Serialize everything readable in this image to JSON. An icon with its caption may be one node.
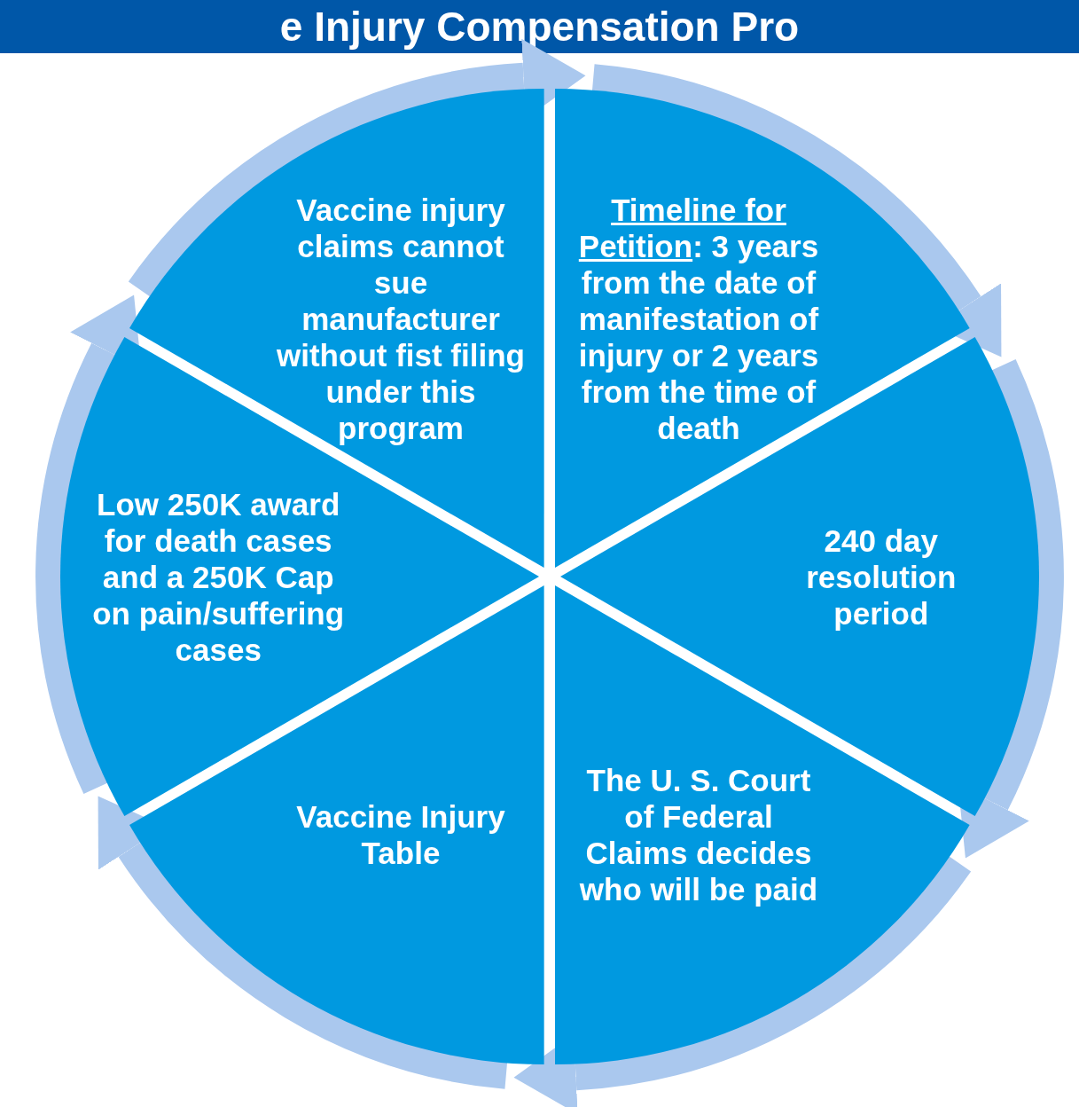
{
  "diagram": {
    "title": "e Injury Compensation Pro",
    "nodes": [
      {
        "text": [
          "Vaccine injury claims cannot sue manufacturer without fist filing under this program"
        ]
      },
      {
        "text": [
          "Timeline for Petition",
          ": 3 years from the date of manifestation of injury or 2 years from the time of death"
        ]
      },
      {
        "text": [
          "240 day resolution period"
        ]
      },
      {
        "text": [
          "The U. S. Court of Federal Claims decides who will be paid"
        ]
      },
      {
        "text": [
          "Vaccine Injury Table"
        ]
      },
      {
        "text": [
          "Low 250K award for death cases and a 250K Cap on pain/suffering cases"
        ]
      }
    ],
    "edges": [
      {
        "from": 0,
        "to": 1,
        "arrow": "to"
      },
      {
        "from": 1,
        "to": 2,
        "arrow": "to"
      },
      {
        "from": 2,
        "to": 3,
        "arrow": "to"
      },
      {
        "from": 3,
        "to": 4,
        "arrow": "to"
      },
      {
        "from": 4,
        "to": 5,
        "arrow": "to"
      },
      {
        "from": 5,
        "to": 0,
        "arrow": "to"
      }
    ]
  }
}
